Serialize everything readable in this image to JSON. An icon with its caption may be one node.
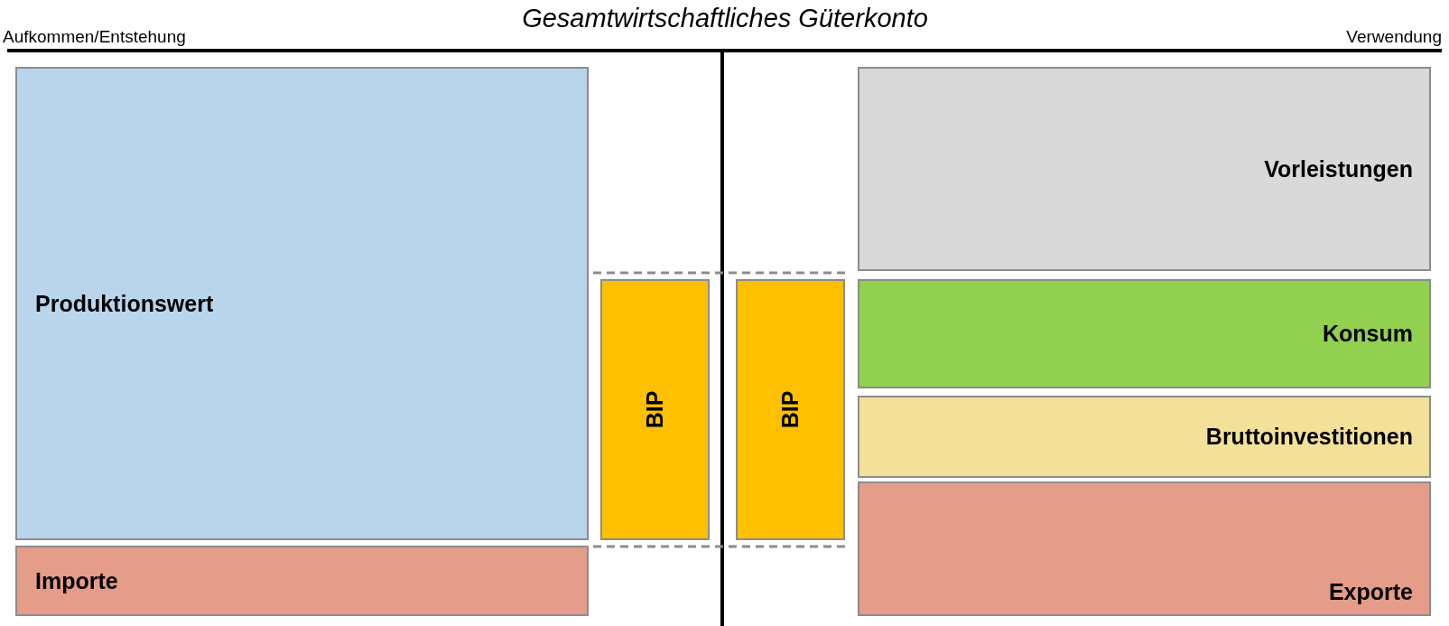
{
  "diagram": {
    "title": "Gesamtwirtschaftliches Güterkonto",
    "nodes": [
      {
        "text": [
          "Produktionswert"
        ]
      },
      {
        "text": [
          "Importe"
        ]
      },
      {
        "text": [
          "BIP"
        ]
      },
      {
        "text": [
          "BIP"
        ]
      },
      {
        "text": [
          "Vorleistungen"
        ]
      },
      {
        "text": [
          "Konsum"
        ]
      },
      {
        "text": [
          "Bruttoinvestitionen"
        ]
      },
      {
        "text": [
          "Exporte"
        ]
      }
    ],
    "labels": [
      "Aufkommen/Entstehung",
      "Verwendung"
    ]
  }
}
